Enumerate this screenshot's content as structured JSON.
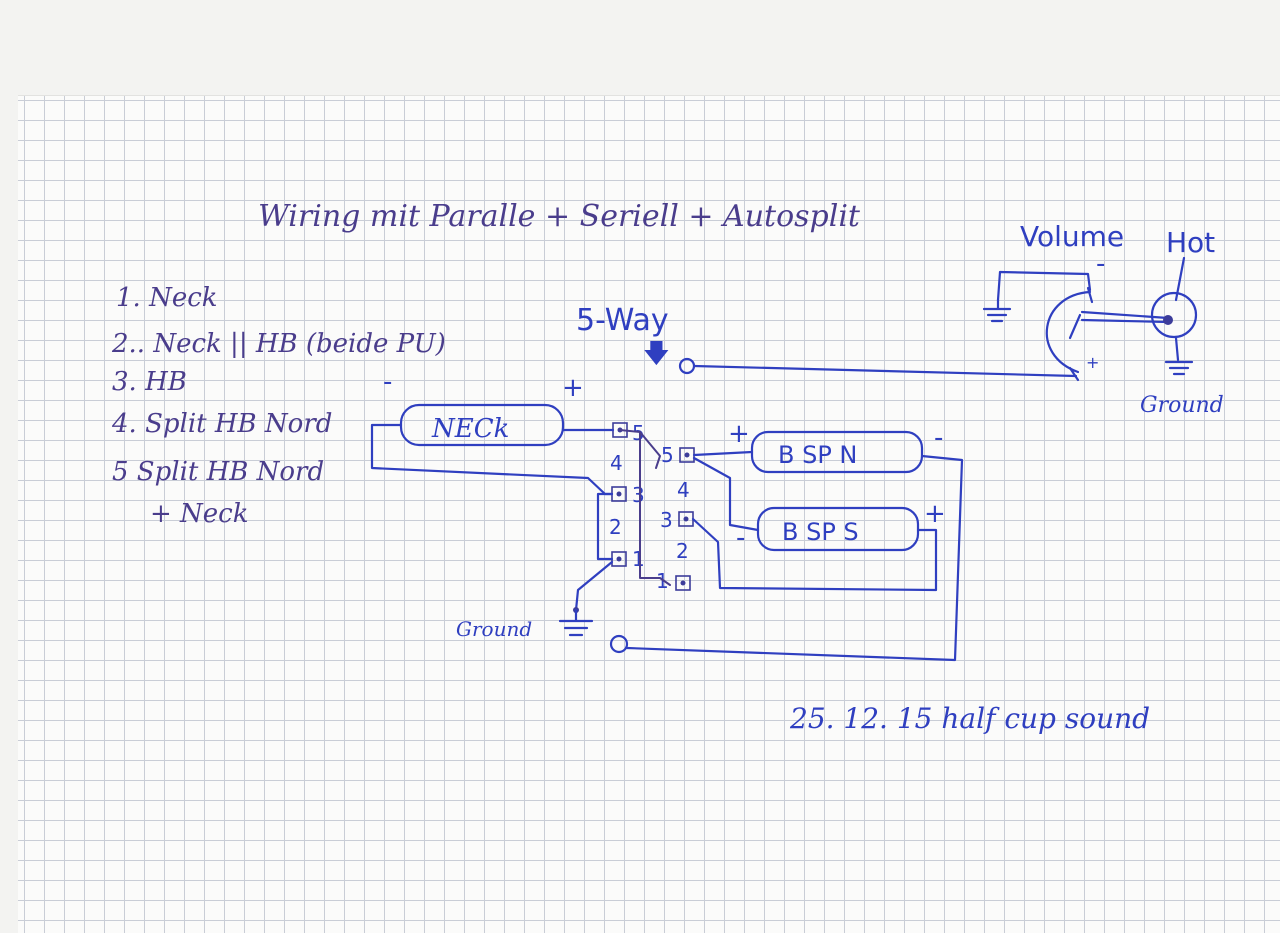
{
  "title": "Wiring mit Paralle + Seriell + Autosplit",
  "positions": [
    "1. Neck",
    "2.. Neck || HB (beide PU)",
    "3. HB",
    "4. Split HB Nord",
    "5 Split HB Nord",
    "+ Neck"
  ],
  "switch_label": "5-Way",
  "switch_arrow": "🡇",
  "pickups": {
    "neck": "NECk",
    "bridge_north": "B SP N",
    "bridge_south": "B SP S"
  },
  "lug_numbers_left": [
    "5",
    "4",
    "3",
    "2",
    "1"
  ],
  "lug_numbers_right": [
    "5",
    "4",
    "3",
    "2",
    "1"
  ],
  "polarity": {
    "plus": "+",
    "minus": "-"
  },
  "volume_label": "Volume",
  "hot_label": "Hot",
  "ground_label": "Ground",
  "date_note": "25. 12. 15 half cup sound",
  "colors": {
    "ink_blue": "#2f3fc0",
    "ink_dark": "#4a3d8c",
    "grid": "#c9cdd6"
  }
}
